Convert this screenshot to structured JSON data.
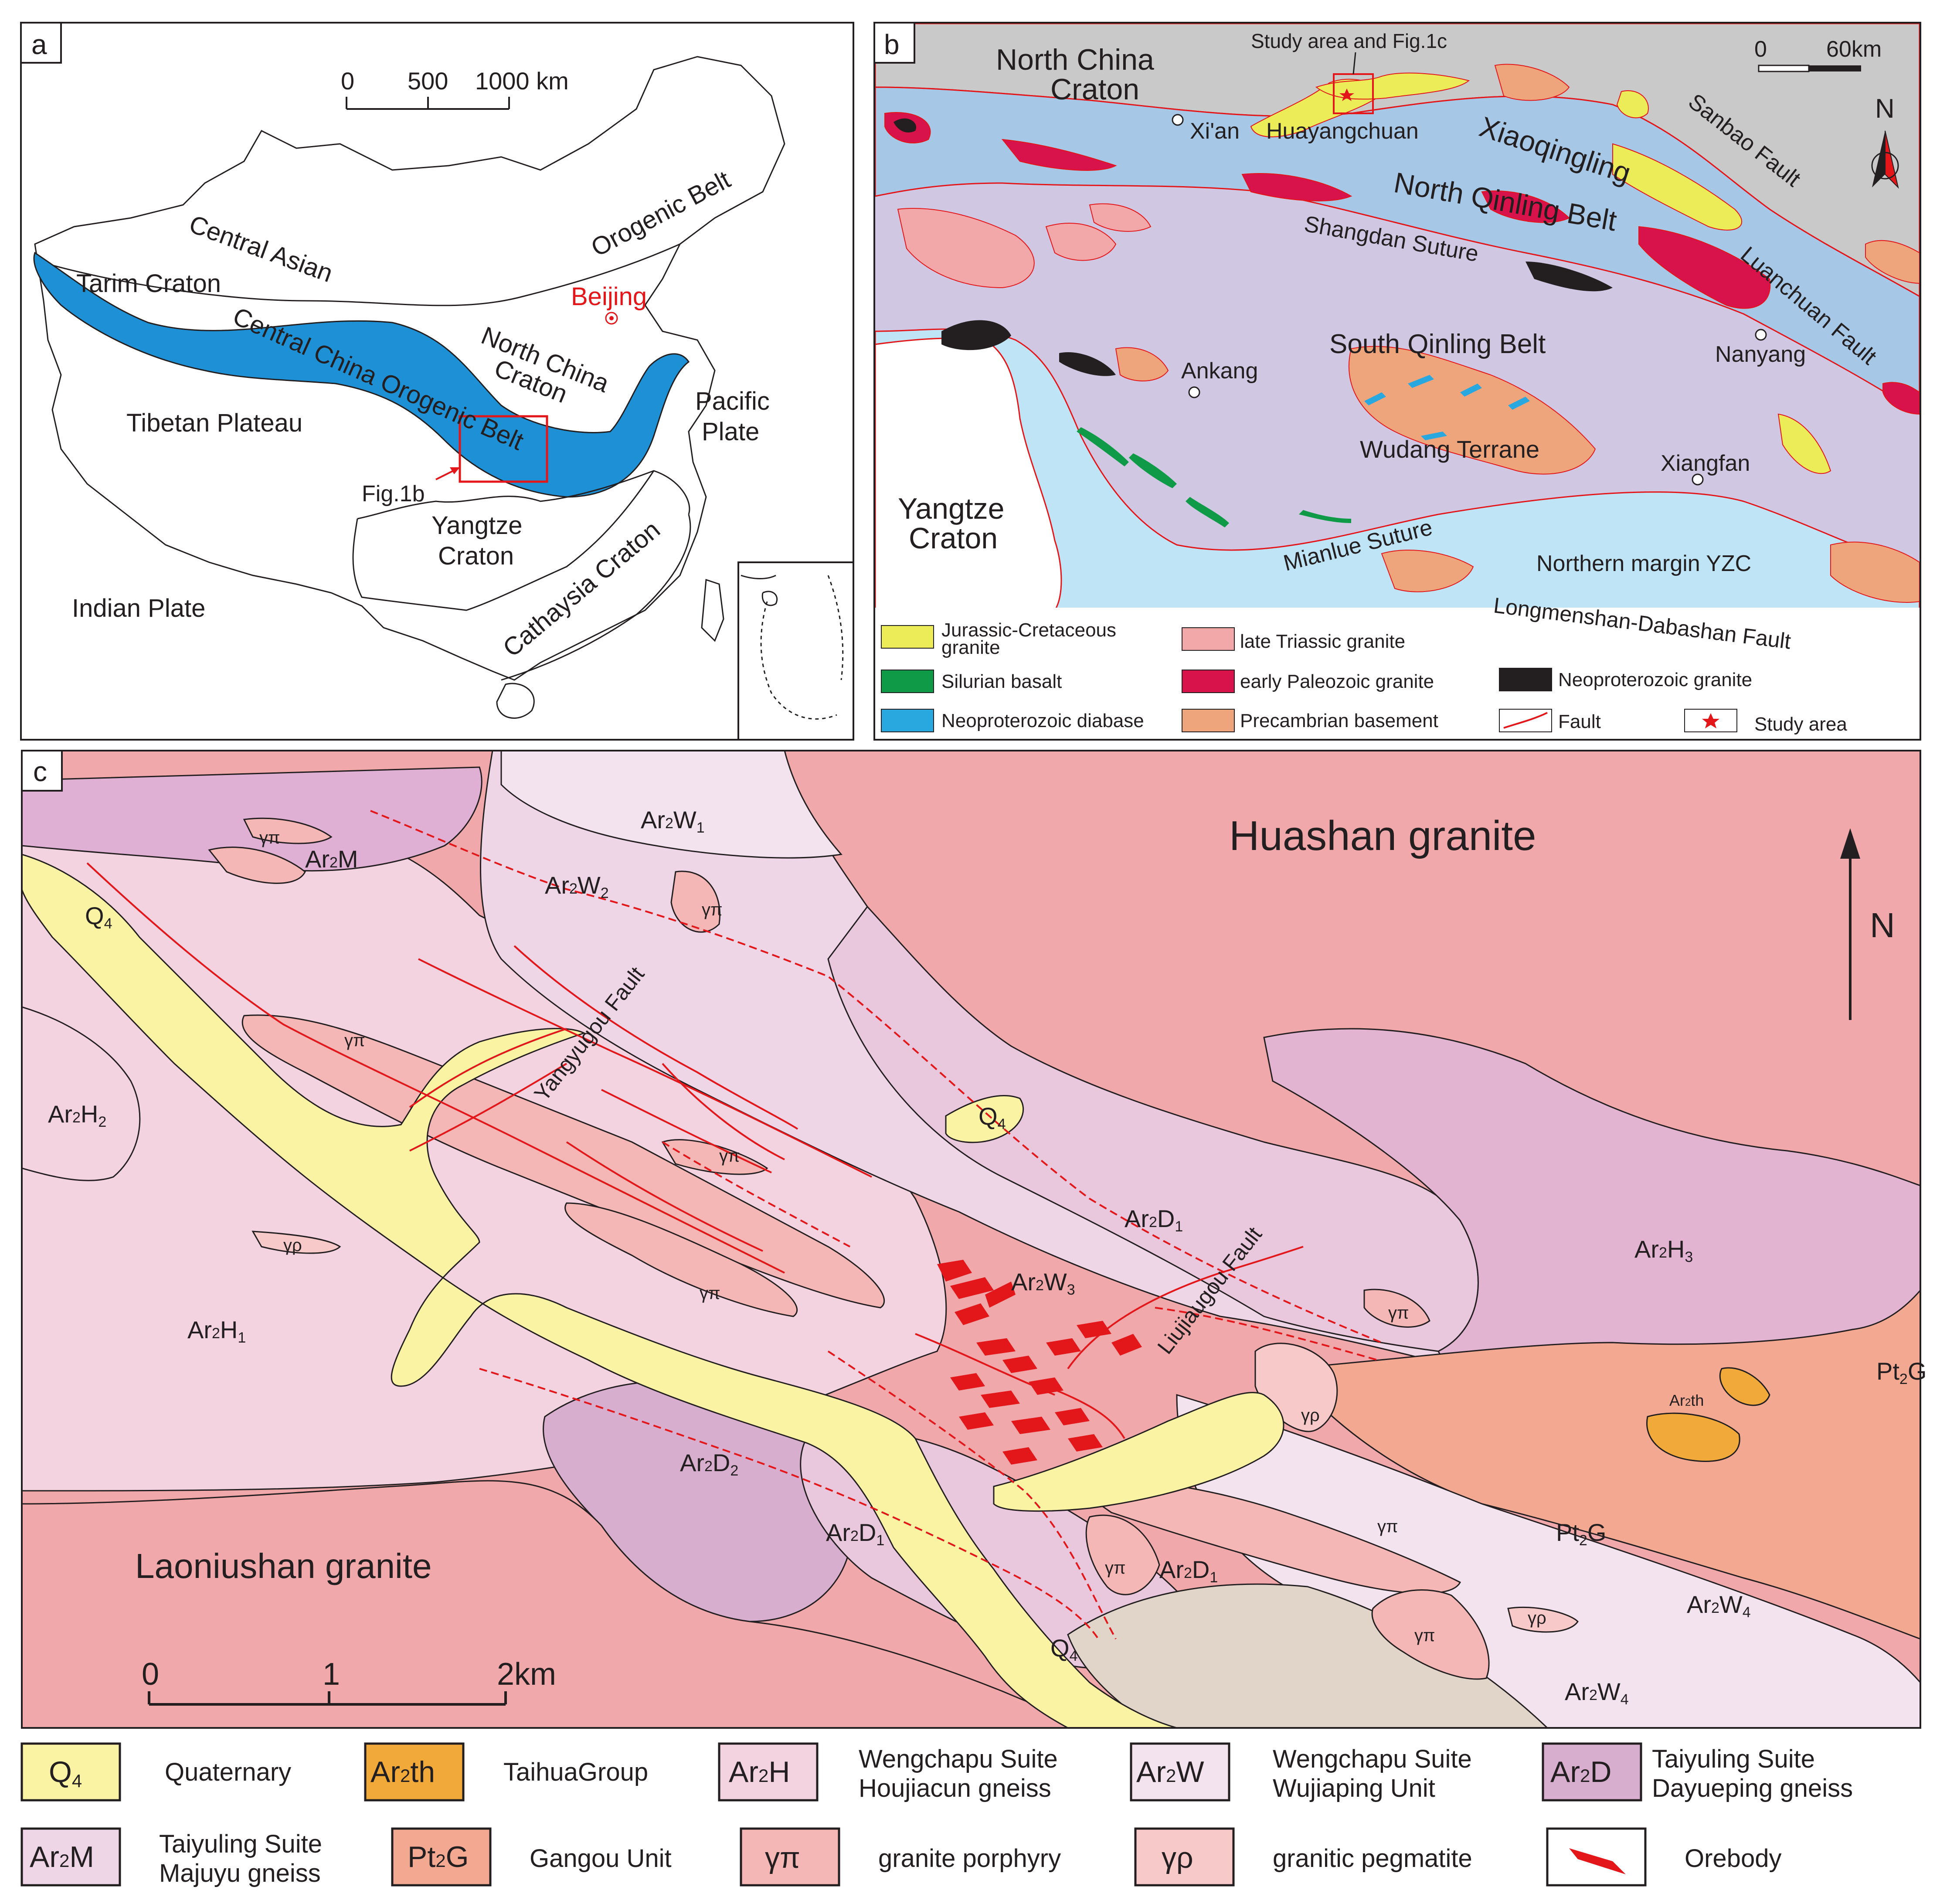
{
  "panel_a": {
    "tag": "a",
    "scale": {
      "t0": "0",
      "t1": "500",
      "t2": "1000 km"
    },
    "labels": {
      "central_asian": "Central Asian",
      "orogenic_belt": "Orogenic Belt",
      "tarim": "Tarim Craton",
      "beijing": "Beijing",
      "ccob": "Central China Orogenic Belt",
      "north_china_1": "North China",
      "north_china_2": "Craton",
      "pacific_1": "Pacific",
      "pacific_2": "Plate",
      "tibetan": "Tibetan Plateau",
      "fig1b": "Fig.1b",
      "yangtze_1": "Yangtze",
      "yangtze_2": "Craton",
      "cathaysia": "Cathaysia Craton",
      "indian": "Indian Plate"
    }
  },
  "panel_b": {
    "tag": "b",
    "scale": {
      "t0": "0",
      "t1": "60km"
    },
    "north": "N",
    "labels": {
      "ncc_1": "North China",
      "ncc_2": "Craton",
      "study": "Study area and Fig.1c",
      "xian": "Xi'an",
      "huayangchuan": "Huayangchuan",
      "xiaoqingling": "Xiaoqingling",
      "sanbao": "Sanbao Fault",
      "nqb": "North Qinling Belt",
      "shangdan": "Shangdan Suture",
      "luanchuan": "Luanchuan Fault",
      "sqb": "South Qinling Belt",
      "ankang": "Ankang",
      "nanyang": "Nanyang",
      "wudang": "Wudang  Terrane",
      "xiangfan": "Xiangfan",
      "yzc_1": "Yangtze",
      "yzc_2": "Craton",
      "mianlue": "Mianlue Suture",
      "nm_yzc": "Northern margin YZC",
      "longmen": "Longmenshan-Dabashan Fault"
    },
    "legend": [
      {
        "label_1": "Jurassic-Cretaceous",
        "label_2": "granite",
        "color": "#ecec58"
      },
      {
        "label_1": "late Triassic granite",
        "color": "#f2a7a9"
      },
      {
        "label_1": "Silurian basalt",
        "color": "#0f9a48"
      },
      {
        "label_1": "early Paleozoic granite",
        "color": "#d8124a"
      },
      {
        "label_1": "Neoproterozoic granite",
        "color": "#231f20"
      },
      {
        "label_1": "Neoproterozoic diabase",
        "color": "#29a8e0"
      },
      {
        "label_1": "Precambrian basement",
        "color": "#eea57c"
      },
      {
        "label_1": "Fault",
        "color": "#e3161a"
      },
      {
        "label_1": "Study area",
        "color": "#e3161a"
      }
    ]
  },
  "panel_c": {
    "tag": "c",
    "north": "N",
    "scale": {
      "t0": "0",
      "t1": "1",
      "t2": "2km"
    },
    "labels": {
      "huashan": "Huashan granite",
      "laoniushan": "Laoniushan granite",
      "yangyugou": "Yangyugou Fault",
      "liujiaugou": "Liujiaugou Fault"
    },
    "units": {
      "ar2m": {
        "base": "Ar",
        "sub": "2",
        "rest": "M"
      },
      "ar2w1": {
        "base": "Ar",
        "sub": "2",
        "rest": "W",
        "sub2": "1"
      },
      "ar2w2": {
        "base": "Ar",
        "sub": "2",
        "rest": "W",
        "sub2": "2"
      },
      "ar2w3": {
        "base": "Ar",
        "sub": "2",
        "rest": "W",
        "sub2": "3"
      },
      "ar2w4": {
        "base": "Ar",
        "sub": "2",
        "rest": "W",
        "sub2": "4"
      },
      "ar2h1": {
        "base": "Ar",
        "sub": "2",
        "rest": "H",
        "sub2": "1"
      },
      "ar2h2": {
        "base": "Ar",
        "sub": "2",
        "rest": "H",
        "sub2": "2"
      },
      "ar2h3": {
        "base": "Ar",
        "sub": "2",
        "rest": "H",
        "sub2": "3"
      },
      "ar2d1": {
        "base": "Ar",
        "sub": "2",
        "rest": "D",
        "sub2": "1"
      },
      "ar2d2": {
        "base": "Ar",
        "sub": "2",
        "rest": "D",
        "sub2": "2"
      },
      "q4": {
        "base": "Q",
        "sub": "4"
      },
      "pt2g": {
        "base": "Pt",
        "sub": "2",
        "rest": "G"
      },
      "ar2th": {
        "base": "Ar",
        "sub": "2",
        "rest": "th"
      },
      "gpi": "γπ",
      "grho": "γρ"
    },
    "legend": [
      {
        "code": "Q4",
        "code_base": "Q",
        "code_sub": "4",
        "name_1": "Quaternary",
        "color": "#fbf3a4"
      },
      {
        "code": "Ar2th",
        "code_base": "Ar",
        "code_sub": "2",
        "code_rest": "th",
        "name_1": "TaihuaGroup",
        "color": "#f1a93a"
      },
      {
        "code": "Ar2H",
        "code_base": "Ar",
        "code_sub": "2",
        "code_rest": "H",
        "name_1": "Wengchapu Suite",
        "name_2": "Houjiacun gneiss",
        "color": "#f4d3e1"
      },
      {
        "code": "Ar2W",
        "code_base": "Ar",
        "code_sub": "2",
        "code_rest": "W",
        "name_1": "Wengchapu Suite",
        "name_2": "Wujiaping Unit",
        "color": "#f3e3ee"
      },
      {
        "code": "Ar2D",
        "code_base": "Ar",
        "code_sub": "2",
        "code_rest": "D",
        "name_1": "Taiyuling Suite",
        "name_2": "Dayueping gneiss",
        "color": "#d8aecf"
      },
      {
        "code": "Ar2M",
        "code_base": "Ar",
        "code_sub": "2",
        "code_rest": "M",
        "name_1": "Taiyuling Suite",
        "name_2": "Majuyu gneiss",
        "color": "#efd6e7"
      },
      {
        "code": "Pt2G",
        "code_base": "Pt",
        "code_sub": "2",
        "code_rest": "G",
        "name_1": "Gangou Unit",
        "color": "#f2a891"
      },
      {
        "code": "γπ",
        "name_1": "granite porphyry",
        "color": "#f5b7b5"
      },
      {
        "code": "γρ",
        "name_1": "granitic pegmatite",
        "color": "#f7c9c8"
      },
      {
        "code": "",
        "name_1": "Orebody",
        "color": "#e3161a"
      }
    ]
  }
}
